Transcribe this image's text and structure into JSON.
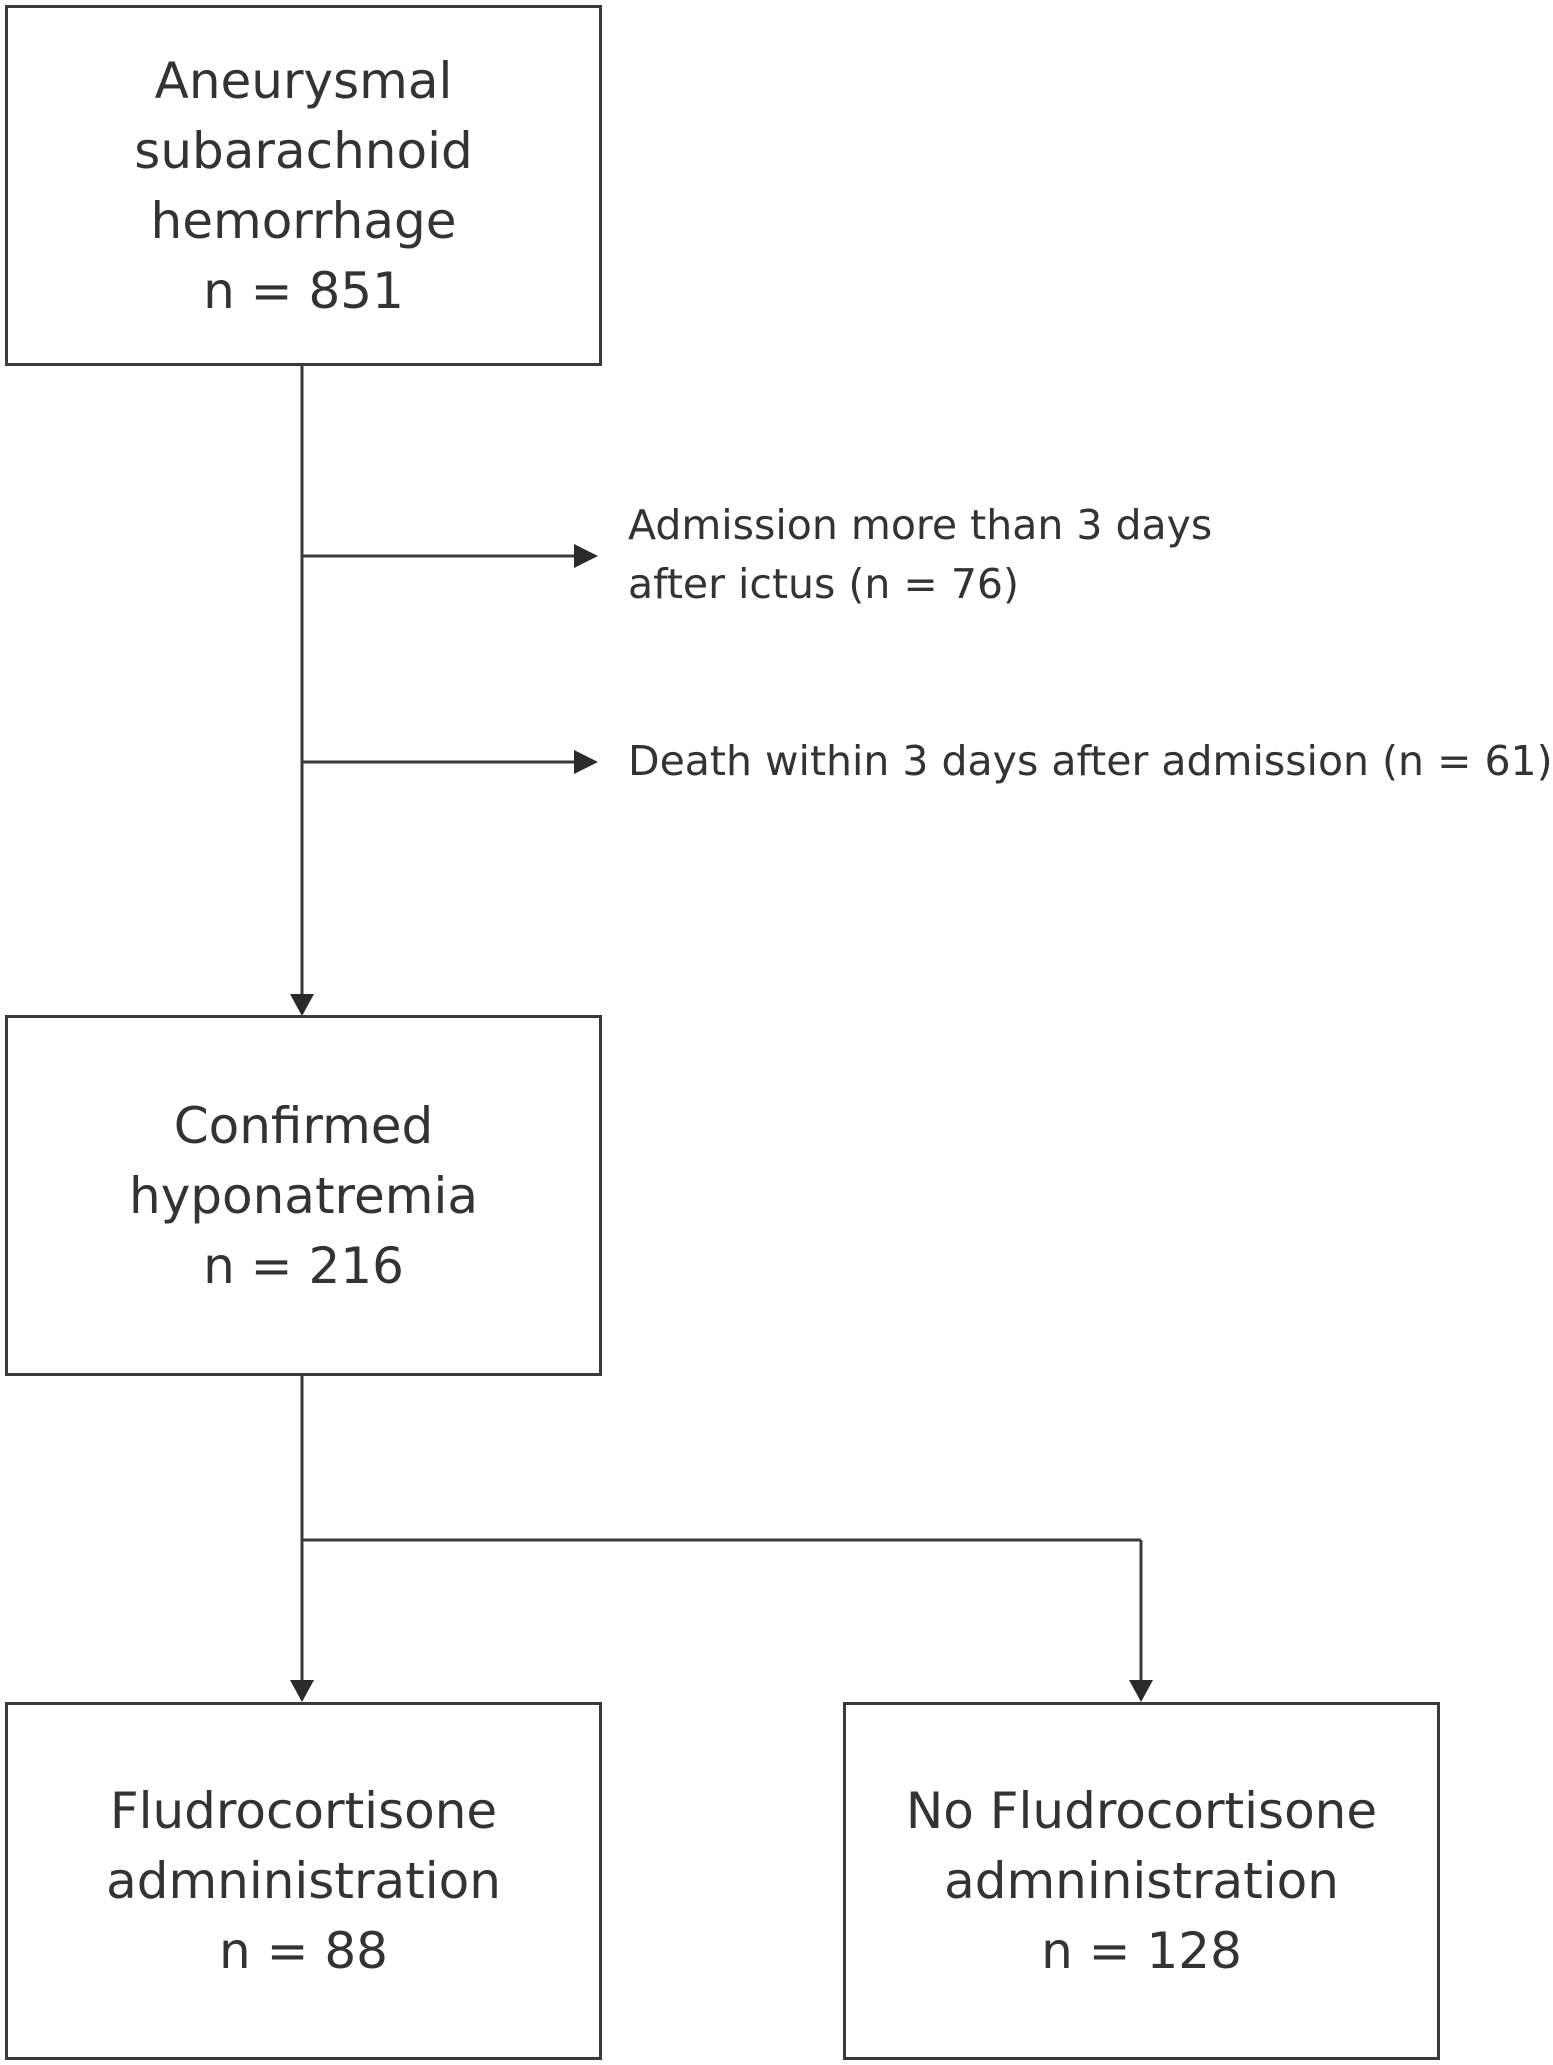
{
  "boxes": {
    "start": {
      "lines": [
        "Aneurysmal",
        "subarachnoid",
        "hemorrhage",
        "n = 851"
      ]
    },
    "confirmed": {
      "lines": [
        "Confirmed",
        "hyponatremia",
        "n = 216"
      ]
    },
    "fludro": {
      "lines": [
        "Fludrocortisone",
        "admninistration",
        "n = 88"
      ]
    },
    "no_fludro": {
      "lines": [
        "No Fludrocortisone",
        "admninistration",
        "n = 128"
      ]
    }
  },
  "exclusions": {
    "late_admission": {
      "lines": [
        "Admission more  than 3 days",
        "after ictus (n = 76)"
      ]
    },
    "early_death": {
      "lines": [
        "Death within 3 days after admission (n = 61)"
      ]
    }
  },
  "colors": {
    "stroke": "#3a3a3a",
    "text": "#333333",
    "background": "#ffffff"
  }
}
